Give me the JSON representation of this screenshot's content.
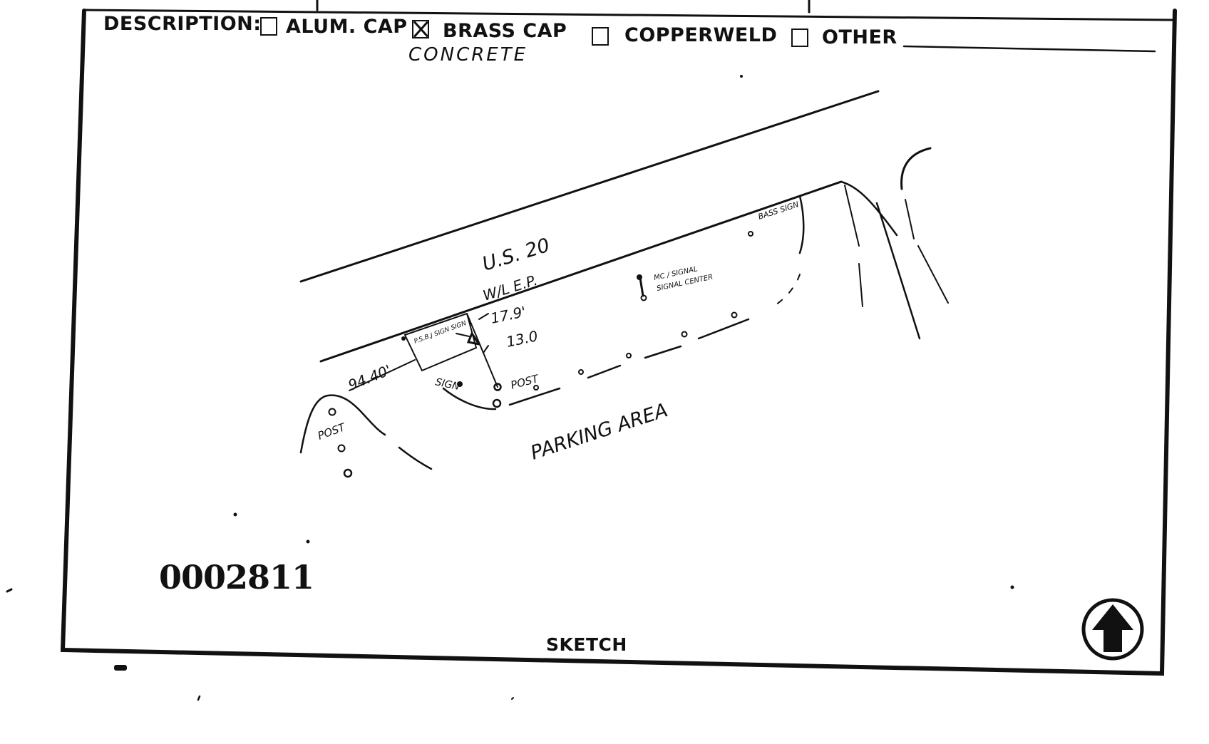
{
  "form": {
    "description_label": "DESCRIPTION:",
    "options": [
      {
        "label": "ALUM. CAP",
        "checked": false
      },
      {
        "label": "BRASS CAP",
        "checked": true
      },
      {
        "label": "COPPERWELD",
        "checked": false
      },
      {
        "label": "OTHER",
        "checked": false
      }
    ],
    "description_handwritten": "CONCRETE",
    "section_label": "SKETCH",
    "document_number": "0002811",
    "north_arrow_icon": "north-arrow-icon"
  },
  "sketch": {
    "road_label": "U.S. 20",
    "edge_label": "W/L E.P.",
    "distance_a": "17.9'",
    "distance_b": "13.0",
    "distance_c": "94.40'",
    "sign_label": "SIGN",
    "post_label_right": "POST",
    "post_label_left": "POST",
    "parking_label": "PARKING AREA",
    "sign_box_note": "P.S.B.J SIGN SIGN",
    "note_right_1": "MC / SIGNAL",
    "note_right_2": "SIGNAL CENTER",
    "note_corner": "BASS SIGN"
  }
}
